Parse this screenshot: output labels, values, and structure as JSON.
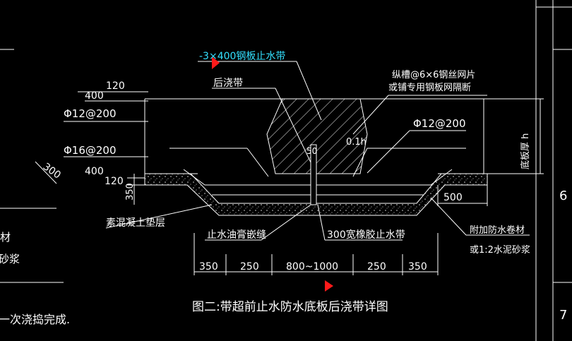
{
  "drawing": {
    "title": "图二:带超前止水防水底板后浇带详图",
    "note_bottom_left": "一次浇捣完成.",
    "note_left_1": "材",
    "note_left_2": "砂浆",
    "marker_right_6": "6",
    "marker_right_7": "7",
    "colors": {
      "background": "#000000",
      "line": "#ffffff",
      "cyan": "#33e0ff",
      "red_marker": "#ff1a1a"
    }
  },
  "labels": {
    "steel_plate": "-3×400钢板止水带",
    "post_pour": "后浇带",
    "mesh_line1": "纵槽@6×6钢丝网片",
    "mesh_line2": "或铺专用钢板网隔断",
    "rebar_top_left": "Φ12@200",
    "rebar_top_right": "Φ12@200",
    "rebar_bottom_left": "Φ16@200",
    "slab_thickness": "底板厚 h",
    "dim_0_1h": "0.1h",
    "dim_50": "50",
    "plain_concrete": "素混凝土垫层",
    "sealant": "止水油膏嵌缝",
    "rubber_waterstop": "300宽橡胶止水带",
    "extra_membrane_1": "附加防水卷材",
    "extra_membrane_2": "或1:2水泥砂浆"
  },
  "dimensions": {
    "d120_top": "120",
    "d400_top": "400",
    "d300": "300",
    "d400_mid": "400",
    "d120_mid": "120",
    "d350_vert": "350",
    "d500": "500",
    "bottom": [
      "350",
      "250",
      "800~1000",
      "250",
      "350"
    ]
  }
}
